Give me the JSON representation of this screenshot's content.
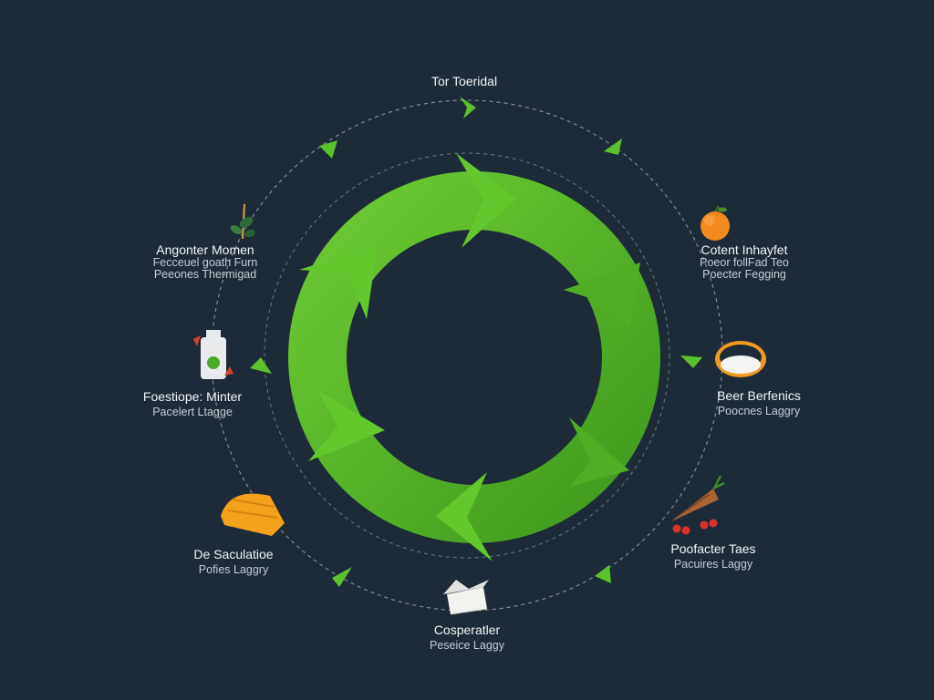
{
  "diagram": {
    "colors": {
      "background": "#1d2b38",
      "ring": "#5cb82d",
      "ring_light": "#6ccb34",
      "ring_dark": "#3f9a1d",
      "dashed_line": "#8a949e",
      "arrow": "#5cc22c",
      "title_text": "#f2f4f6",
      "subtitle_text": "#c4ccd4"
    },
    "center_icon": "recycling-cycle-arrows",
    "nodes": [
      {
        "key": "top",
        "title": "Tor Toeridal",
        "subtitle": "",
        "icon": "none"
      },
      {
        "key": "top-right",
        "title": "Cotent Inhayfet",
        "subtitle_lines": [
          "Poeor follFad Teo",
          "Poecter Fegging"
        ],
        "icon": "orange-icon"
      },
      {
        "key": "right",
        "title": "Beer Berfenics",
        "subtitle": "Poocnes Laggry",
        "icon": "bowl-icon"
      },
      {
        "key": "bottom-right",
        "title": "Poofacter Taes",
        "subtitle": "Pacuires Laggy",
        "icon": "carrot-icon"
      },
      {
        "key": "bottom",
        "title": "Cosperatler",
        "subtitle": "Peseice Laggy",
        "icon": "box-icon"
      },
      {
        "key": "bottom-left",
        "title": "De Saculatioe",
        "subtitle": "Pofies Laggry",
        "icon": "bread-icon"
      },
      {
        "key": "left",
        "title": "Foestiope: Minter",
        "subtitle": "Pacelert Ltagge",
        "icon": "bottle-icon"
      },
      {
        "key": "top-left",
        "title": "Angonter Momen",
        "subtitle_lines": [
          "Fecceuel goath Furn",
          "Peeones Thermigad"
        ],
        "icon": "leaf-icon"
      }
    ]
  }
}
